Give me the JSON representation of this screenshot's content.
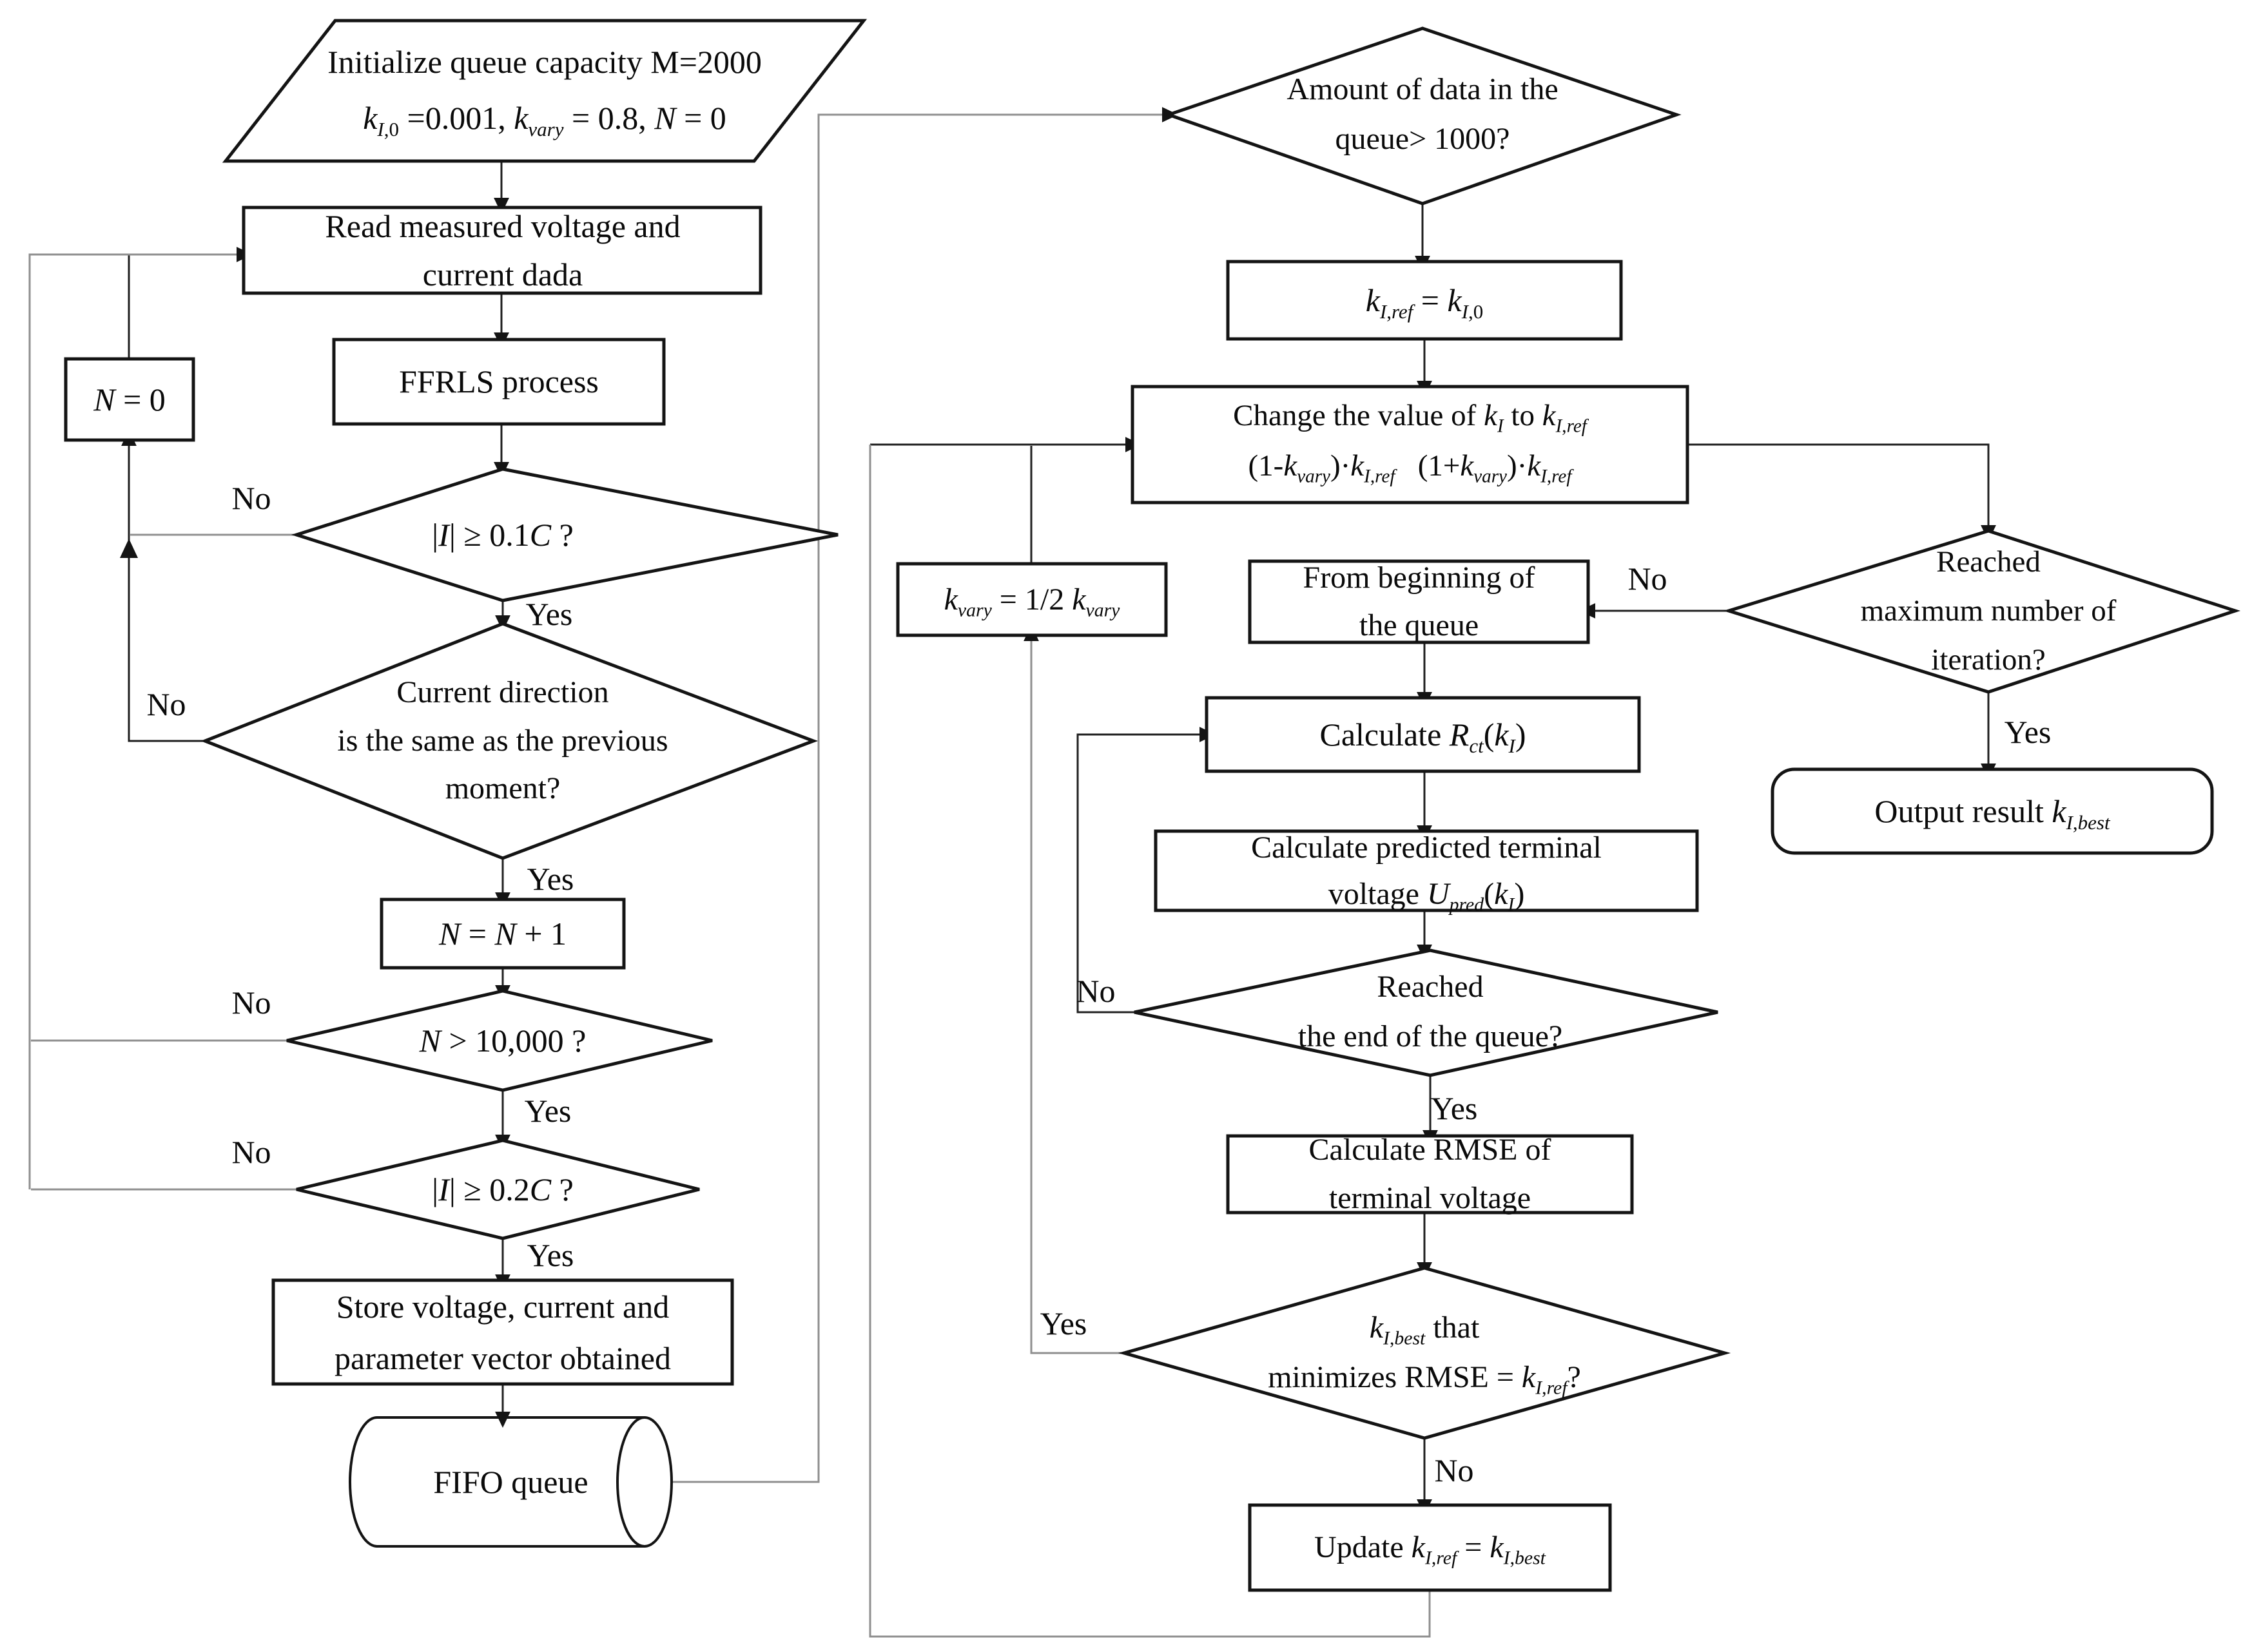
{
  "labels": {
    "yes": "Yes",
    "no": "No"
  },
  "nodes": {
    "init": {
      "lines": [
        "Initialize queue capacity M=2000",
        "*k*_{*I*,0} =0.001, *k*_{*vary*} = 0.8, *N* = 0"
      ]
    },
    "read": {
      "lines": [
        "Read measured voltage and",
        "current dada"
      ]
    },
    "ffrls": {
      "lines": [
        "FFRLS process"
      ]
    },
    "n0": {
      "lines": [
        "*N* = 0"
      ]
    },
    "d01c": {
      "lines": [
        "|*I*| ≥ 0.1*C* ?"
      ]
    },
    "ddir": {
      "lines": [
        "Current direction",
        "is the same as the previous",
        "moment?"
      ]
    },
    "ninc": {
      "lines": [
        "*N* = *N* + 1"
      ]
    },
    "dn": {
      "lines": [
        "*N* > 10,000  ?"
      ]
    },
    "d02c": {
      "lines": [
        "|*I*| ≥ 0.2*C* ?"
      ]
    },
    "store": {
      "lines": [
        "Store voltage, current and",
        "parameter vector obtained"
      ]
    },
    "fifo": {
      "lines": [
        "FIFO queue"
      ]
    },
    "damount": {
      "lines": [
        "Amount of data in the",
        "queue> 1000?"
      ]
    },
    "kref": {
      "lines": [
        "*k*_{*I*,*ref*} = *k*_{*I*,0}"
      ]
    },
    "change": {
      "lines": [
        "Change the value of *k*_{*I*} to *k*_{*I*,*ref*}",
        "(1-*k*_{*vary*})·*k*_{*I*,*ref*}   (1+*k*_{*vary*})·*k*_{*I*,*ref*}"
      ]
    },
    "dmax": {
      "lines": [
        "Reached",
        "maximum number of",
        "iteration?"
      ]
    },
    "output": {
      "lines": [
        "Output result *k*_{*I*,*best*}"
      ]
    },
    "frombegin": {
      "lines": [
        "From beginning of",
        "the queue"
      ]
    },
    "kvary": {
      "lines": [
        "*k*_{*vary*} = 1/2 *k*_{*vary*}"
      ]
    },
    "rct": {
      "lines": [
        "Calculate *R*_{*ct*}(*k*_{*I*})"
      ]
    },
    "upred": {
      "lines": [
        "Calculate predicted terminal",
        "voltage *U*_{*pred*}(*k*_{*I*})"
      ]
    },
    "dend": {
      "lines": [
        "Reached",
        "the end of the queue?"
      ]
    },
    "rmse": {
      "lines": [
        "Calculate RMSE of",
        "terminal voltage"
      ]
    },
    "dbest": {
      "lines": [
        "*k*_{*I*,*best*} that",
        "minimizes RMSE = *k*_{*I*,*ref*}?"
      ]
    },
    "update": {
      "lines": [
        "Update *k*_{*I*,*ref*} = *k*_{*I*,*best*}"
      ]
    }
  },
  "colors": {
    "shape_stroke": "#141414",
    "connector": "#1f1f1f",
    "loop_connector": "#8f8f8f",
    "background": "#ffffff"
  }
}
